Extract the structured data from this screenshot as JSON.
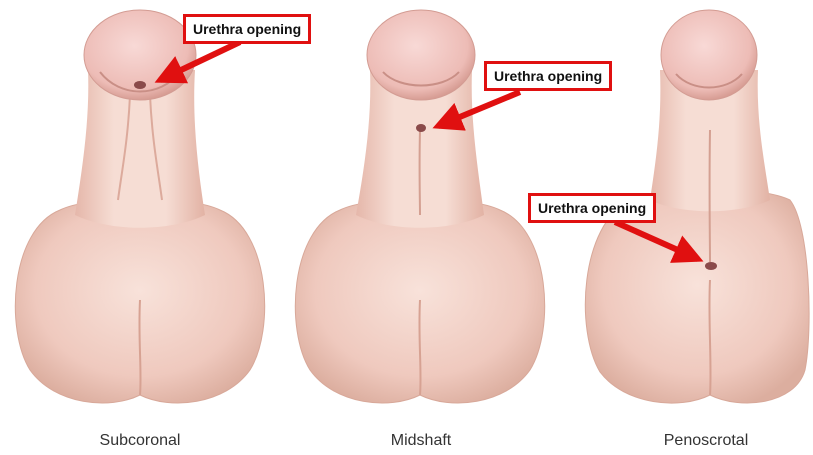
{
  "callout_label": "Urethra opening",
  "panels": [
    {
      "label": "Subcoronal"
    },
    {
      "label": "Midshaft"
    },
    {
      "label": "Penoscrotal"
    }
  ],
  "colors": {
    "skin_light": "#f7dcd4",
    "skin_mid": "#eec3b8",
    "skin_shadow": "#d9a597",
    "glans": "#f0c4bf",
    "opening": "#8a4a4a",
    "callout_red": "#e01010"
  }
}
